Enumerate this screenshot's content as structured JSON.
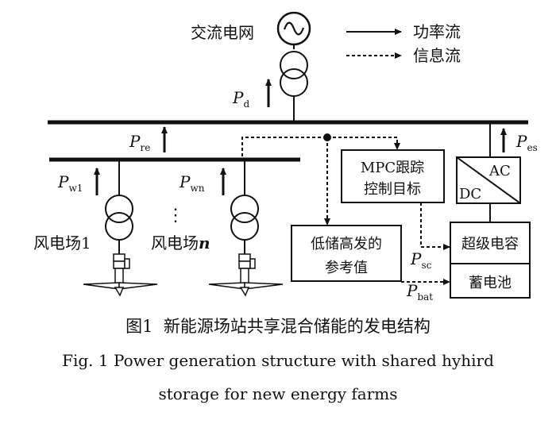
{
  "diagram": {
    "grid_label": "交流电网",
    "legend_power": "功率流",
    "legend_info": "信息流",
    "p_d": "P",
    "p_d_sub": "d",
    "p_re": "P",
    "p_re_sub": "re",
    "p_es": "P",
    "p_es_sub": "es",
    "p_w1": "P",
    "p_w1_sub": "w1",
    "p_wn": "P",
    "p_wn_sub": "wn",
    "mpc_line1": "MPC跟踪",
    "mpc_line2": "控制目标",
    "ref_line1": "低储高发的",
    "ref_line2": "参考值",
    "converter_ac": "AC",
    "converter_dc": "DC",
    "supercap": "超级电容",
    "battery": "蓄电池",
    "p_sc": "P",
    "p_sc_sub": "sc",
    "p_bat": "P",
    "p_bat_sub": "bat",
    "farm1_label": "风电场1",
    "farmn_label": "风电场",
    "farmn_italic": "n",
    "ellipsis": "⋮"
  },
  "caption": {
    "cn_fig": "图1",
    "cn_title": "新能源场站共享混合储能的发电结构",
    "en_line1": "Fig. 1   Power generation structure with shared hyhird",
    "en_line2": "storage for new energy farms"
  }
}
